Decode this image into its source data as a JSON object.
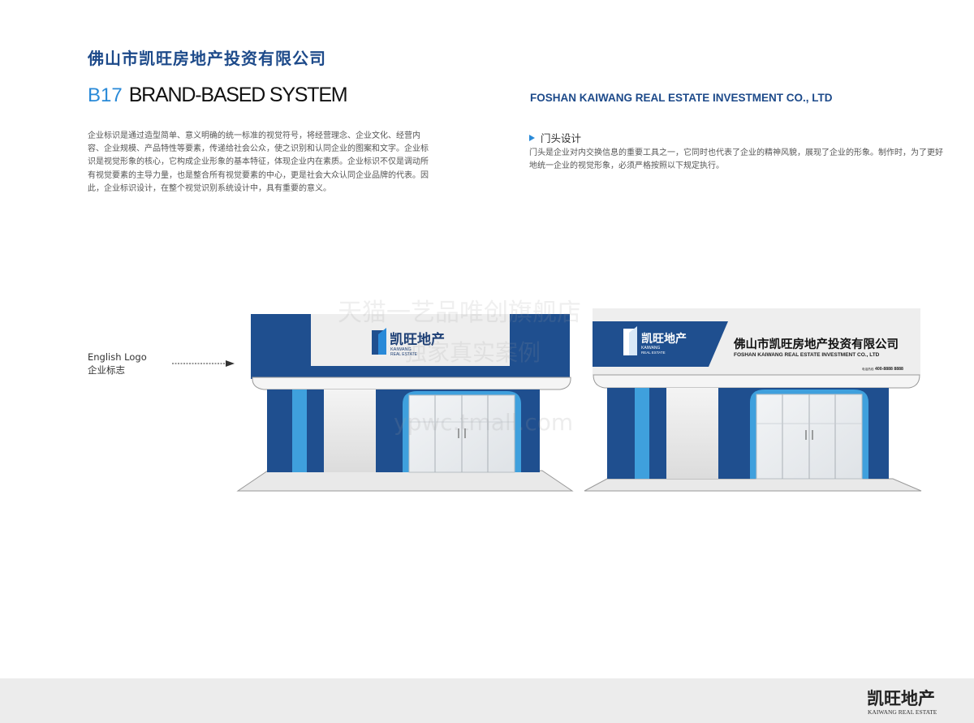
{
  "header": {
    "company_cn": "佛山市凯旺房地产投资有限公司",
    "section_code": "B17",
    "section_title": "BRAND-BASED SYSTEM",
    "company_en": "FOSHAN KAIWANG REAL ESTATE INVESTMENT CO., LTD"
  },
  "intro": {
    "paragraph": "企业标识是通过造型简单、意义明确的统一标准的视觉符号，将经营理念、企业文化、经营内容、企业规模、产品特性等要素，传递给社会公众，使之识别和认同企业的图案和文字。企业标识是视觉形象的核心，它构成企业形象的基本特征，体现企业内在素质。企业标识不仅是调动所有视觉要素的主导力量，也是整合所有视觉要素的中心，更是社会大众认同企业品牌的代表。因此，企业标识设计，在整个视觉识别系统设计中，具有重要的意义。"
  },
  "door_section": {
    "title": "门头设计",
    "paragraph": "门头是企业对内交换信息的重要工具之一，它同时也代表了企业的精神风貌，展现了企业的形象。制作时，为了更好地统一企业的视觉形象，必须严格按照以下规定执行。"
  },
  "annotation": {
    "line1": "English Logo",
    "line2": "企业标志"
  },
  "storefront_left": {
    "logo_cn": "凯旺地产",
    "logo_en_1": "KAIWANG",
    "logo_en_2": "REAL ESTATE"
  },
  "storefront_right": {
    "logo_cn": "凯旺地产",
    "logo_en_1": "KAIWANG",
    "logo_en_2": "REAL ESTATE",
    "sign_cn": "佛山市凯旺房地产投资有限公司",
    "sign_en": "FOSHAN KAIWANG REAL ESTATE INVESTMENT CO., LTD",
    "phone_label": "电话热线",
    "phone": "400-8888 8888"
  },
  "watermark": {
    "line1": "天猫一艺品唯创旗舰店",
    "line2": "独家真实案例",
    "line3": "ypwc.tmall.com"
  },
  "footer": {
    "logo_cn": "凯旺地产",
    "logo_en": "KAIWANG REAL ESTATE"
  },
  "colors": {
    "brand_blue": "#1f4f8f",
    "accent_blue": "#2a8ad8",
    "light_blue": "#3fa0dd",
    "footer_bg": "#ececec"
  }
}
